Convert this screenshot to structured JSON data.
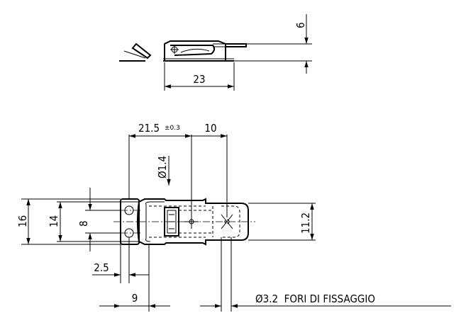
{
  "diagram": {
    "dimensions": {
      "height_top": "6",
      "width_top": "23",
      "length_a": "21.5",
      "tolerance_a": "±0.3",
      "length_b": "10",
      "pin_diameter": "Ø1.4",
      "width_16": "16",
      "width_14": "14",
      "width_8": "8",
      "width_112": "11.2",
      "offset_25": "2.5",
      "offset_9": "9"
    },
    "note": "Ø3.2  FORI DI FISSAGGIO"
  }
}
